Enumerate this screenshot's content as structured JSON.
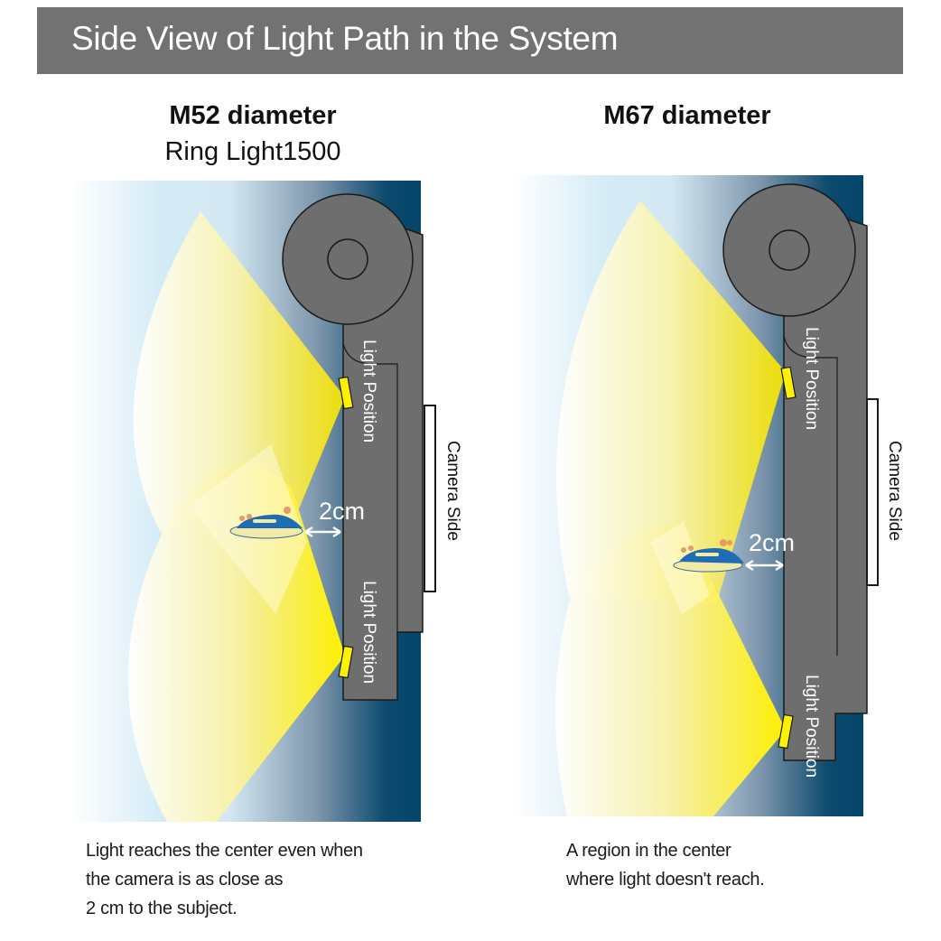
{
  "header": {
    "title": "Side View of Light Path in the System"
  },
  "panels": [
    {
      "heading": "M52 diameter",
      "subheading": "Ring Light1500",
      "labels": {
        "light_position_top": "Light Position",
        "light_position_bottom": "Light Position",
        "camera_side": "Camera Side",
        "distance": "2cm"
      },
      "caption": [
        "Light reaches the center even when",
        "the camera is as close as",
        "2 cm to the subject."
      ]
    },
    {
      "heading": "M67 diameter",
      "labels": {
        "light_position_top": "Light Position",
        "light_position_bottom": "Light Position",
        "camera_side": "Camera Side",
        "distance": "2cm"
      },
      "caption": [
        "A region in the center",
        "where light doesn't reach."
      ]
    }
  ],
  "colors": {
    "title_bar": "#727272",
    "camera_body": "#6e6e6e",
    "light_yellow": "#f7e600",
    "water_deep": "#04456a",
    "water_light": "#d5ecf7"
  }
}
